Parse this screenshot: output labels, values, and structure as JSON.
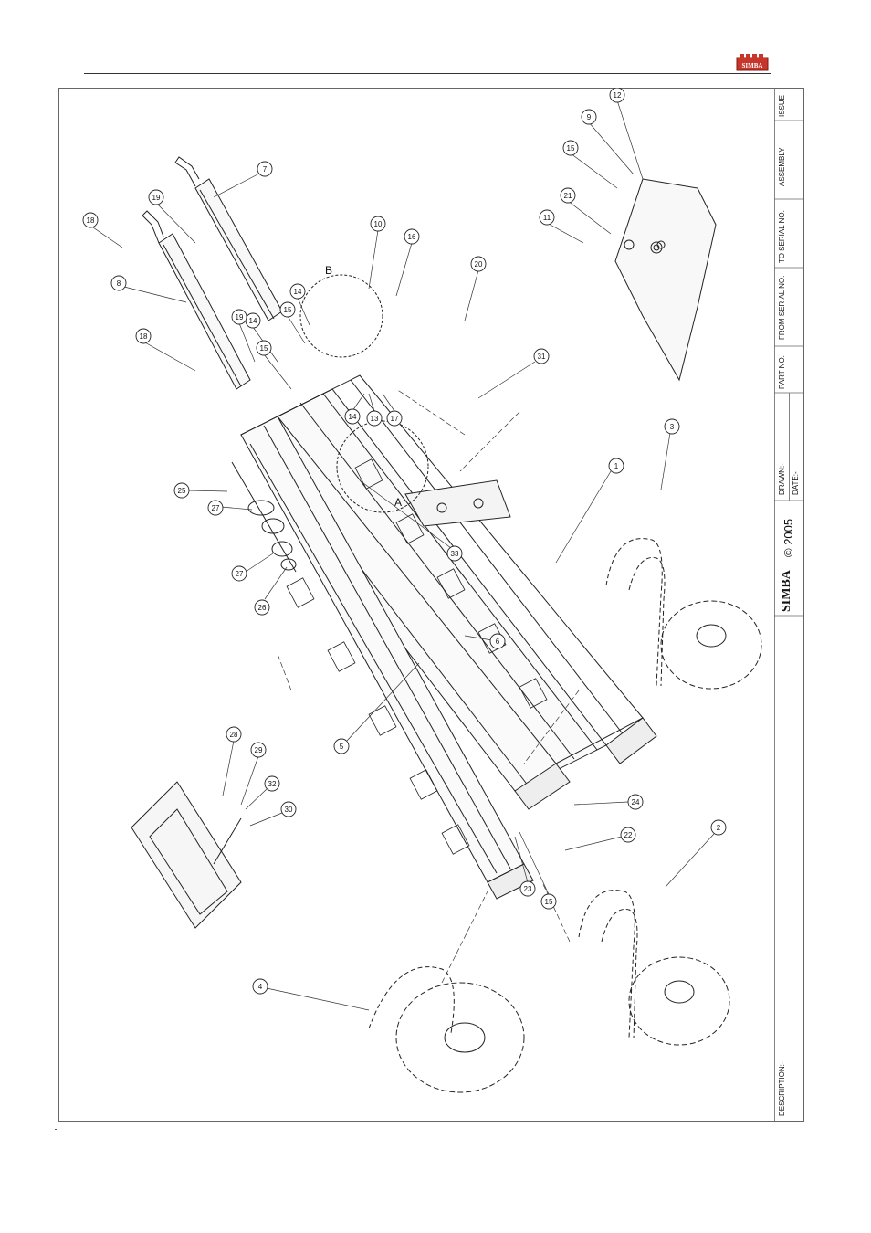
{
  "header": {
    "logo_text": "SIMBA",
    "brand_color": "#c8352a"
  },
  "title_block": {
    "issue": "ISSUE",
    "assembly": "ASSEMBLY",
    "to_serial": "TO SERIAL NO.",
    "from_serial": "FROM SERIAL NO.",
    "part_no": "PART NO.",
    "drawn": "DRAWN:-",
    "date": "DATE:-",
    "copyright": "© 2005",
    "logo_text": "SIMBA",
    "description": "DESCRIPTION:-"
  },
  "detail_labels": {
    "a": "A",
    "b": "B"
  },
  "callouts": [
    {
      "label": "12"
    },
    {
      "label": "9"
    },
    {
      "label": "15"
    },
    {
      "label": "21"
    },
    {
      "label": "11"
    },
    {
      "label": "7"
    },
    {
      "label": "19"
    },
    {
      "label": "18"
    },
    {
      "label": "8"
    },
    {
      "label": "10"
    },
    {
      "label": "16"
    },
    {
      "label": "14"
    },
    {
      "label": "15"
    },
    {
      "label": "14"
    },
    {
      "label": "20"
    },
    {
      "label": "19"
    },
    {
      "label": "18"
    },
    {
      "label": "15"
    },
    {
      "label": "31"
    },
    {
      "label": "14"
    },
    {
      "label": "13"
    },
    {
      "label": "17"
    },
    {
      "label": "1"
    },
    {
      "label": "3"
    },
    {
      "label": "25"
    },
    {
      "label": "27"
    },
    {
      "label": "33"
    },
    {
      "label": "27"
    },
    {
      "label": "26"
    },
    {
      "label": "6"
    },
    {
      "label": "5"
    },
    {
      "label": "28"
    },
    {
      "label": "29"
    },
    {
      "label": "32"
    },
    {
      "label": "30"
    },
    {
      "label": "24"
    },
    {
      "label": "22"
    },
    {
      "label": "2"
    },
    {
      "label": "23"
    },
    {
      "label": "15"
    },
    {
      "label": "4"
    }
  ]
}
